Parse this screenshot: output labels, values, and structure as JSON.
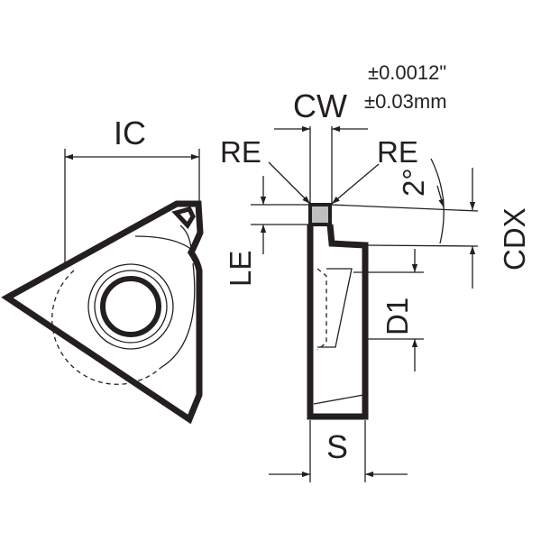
{
  "labels": {
    "ic": "IC",
    "cw": "CW",
    "tol_in": "±0.0012\"",
    "tol_mm": "±0.03mm",
    "re_left": "RE",
    "re_right": "RE",
    "angle": "2°",
    "le": "LE",
    "d1": "D1",
    "cdx": "CDX",
    "s": "S"
  },
  "colors": {
    "line": "#231f20",
    "tip_fill": "#bcbec0",
    "background": "#ffffff"
  }
}
